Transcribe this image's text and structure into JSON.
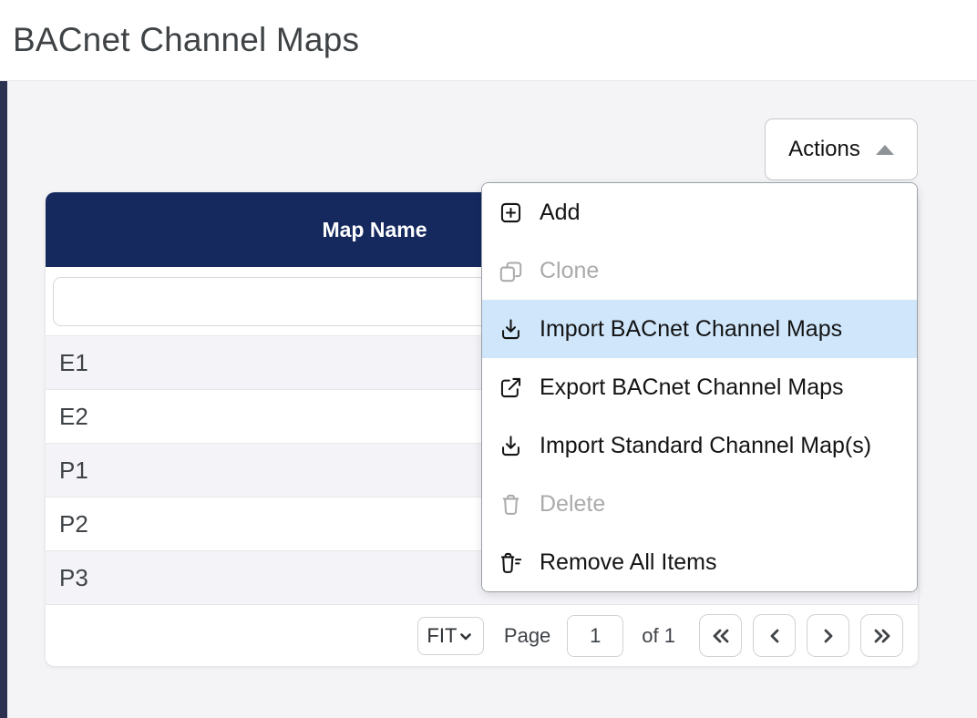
{
  "page": {
    "title": "BACnet Channel Maps"
  },
  "actions_button": {
    "label": "Actions",
    "state": "open",
    "caret": "caret-up-icon"
  },
  "menu": {
    "items": [
      {
        "label": "Add",
        "icon": "add-square-icon",
        "state": "enabled"
      },
      {
        "label": "Clone",
        "icon": "copy-icon",
        "state": "disabled"
      },
      {
        "label": "Import BACnet Channel Maps",
        "icon": "import-icon",
        "state": "highlighted"
      },
      {
        "label": "Export BACnet Channel Maps",
        "icon": "export-icon",
        "state": "enabled"
      },
      {
        "label": "Import Standard Channel Map(s)",
        "icon": "import-icon",
        "state": "enabled"
      },
      {
        "label": "Delete",
        "icon": "trash-icon",
        "state": "disabled"
      },
      {
        "label": "Remove All Items",
        "icon": "trash-list-icon",
        "state": "enabled"
      }
    ]
  },
  "table": {
    "columns": [
      {
        "label": "Map Name"
      }
    ],
    "filter": {
      "value": "",
      "placeholder": ""
    },
    "rows": [
      {
        "map_name": "E1"
      },
      {
        "map_name": "E2"
      },
      {
        "map_name": "P1"
      },
      {
        "map_name": "P2"
      },
      {
        "map_name": "P3"
      }
    ]
  },
  "pagination": {
    "page_size_label": "FIT",
    "page_label": "Page",
    "current_page": "1",
    "of_label": "of 1"
  },
  "colors": {
    "accent_bar": "#2d3150",
    "table_header": "#15295f",
    "menu_highlight": "#cfe6fb",
    "content_background": "#f4f4f6"
  }
}
